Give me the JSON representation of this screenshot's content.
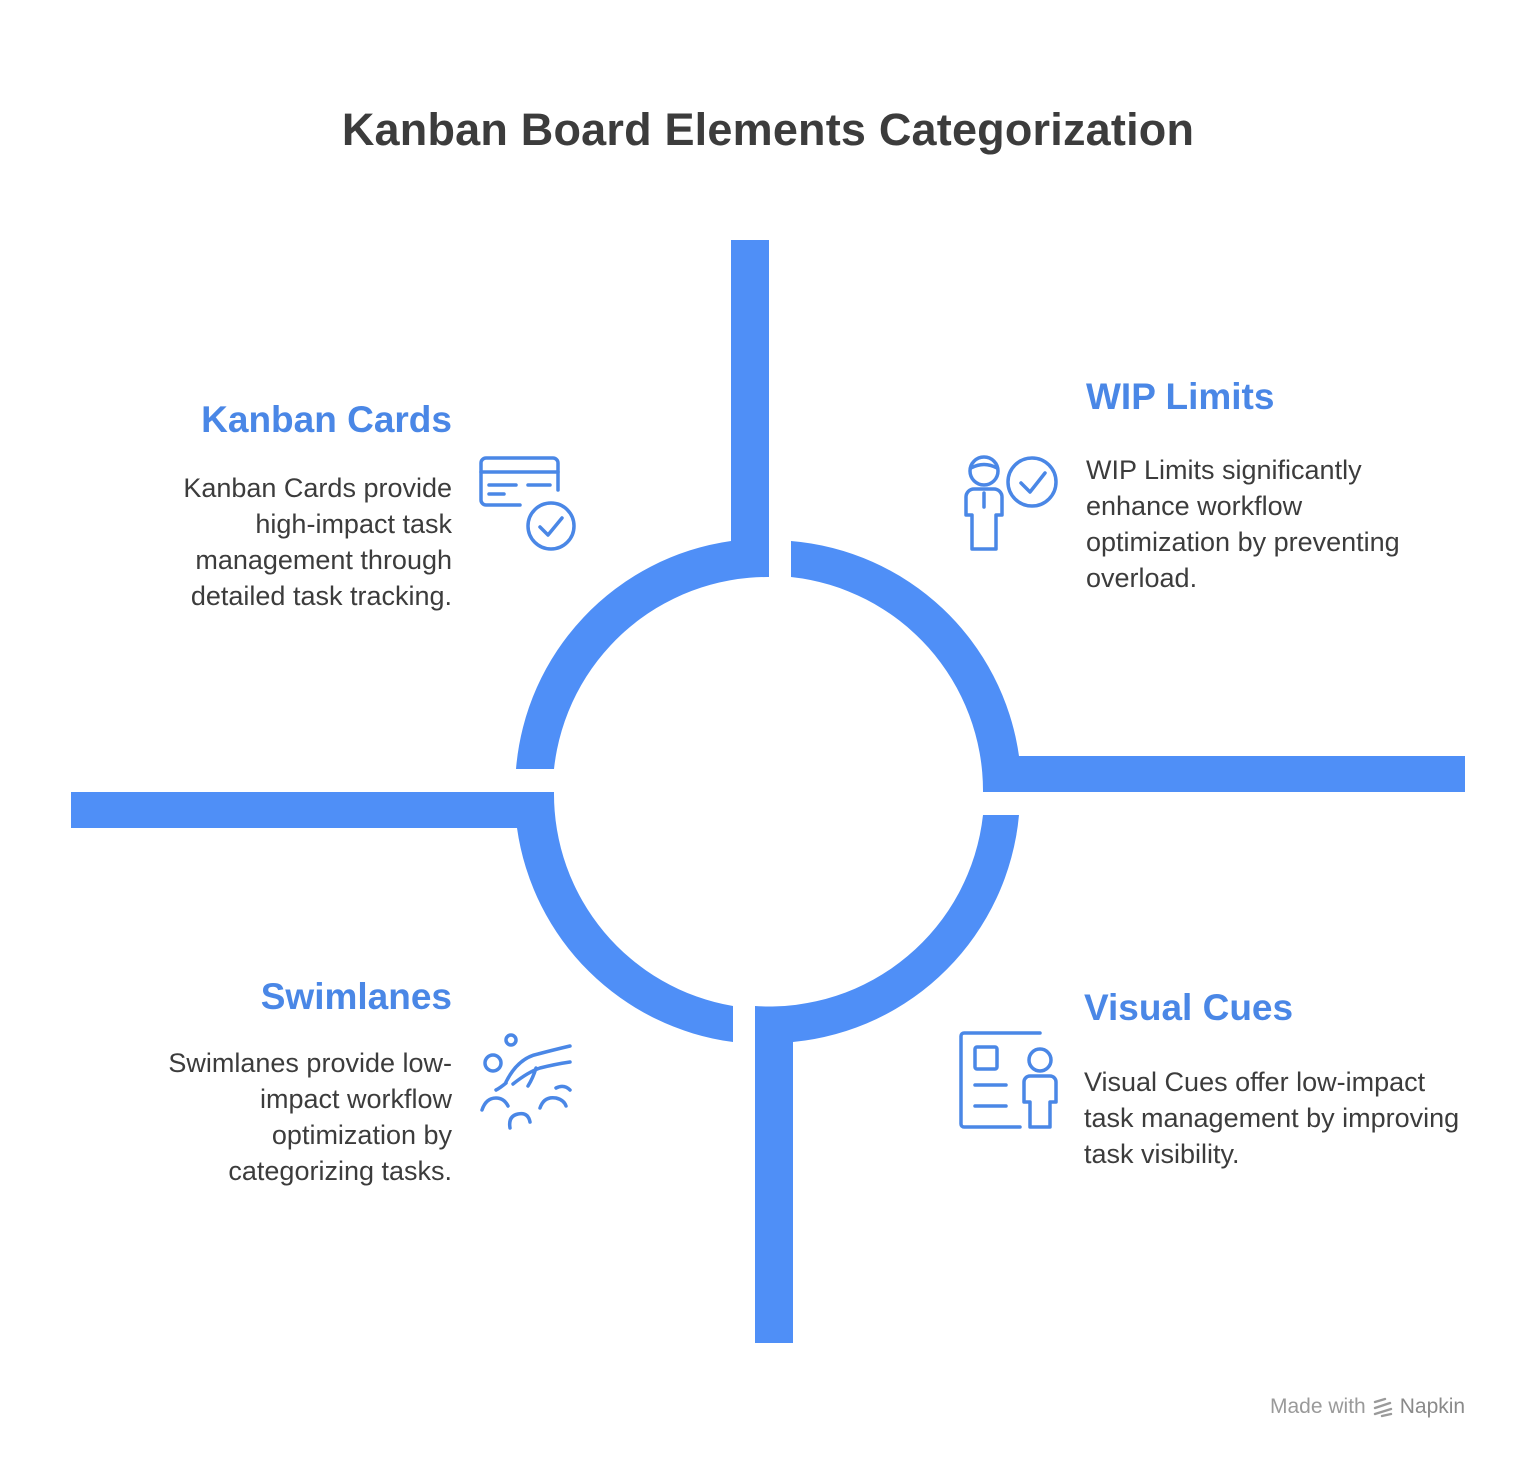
{
  "title": "Kanban Board Elements Categorization",
  "colors": {
    "accent": "#4f8ff7",
    "heading": "#4a87e6",
    "text": "#3c3c3c",
    "footer": "#9a9a9a"
  },
  "quadrants": {
    "top_left": {
      "heading": "Kanban Cards",
      "description": "Kanban Cards provide high-impact task management through detailed task tracking.",
      "icon": "card-check-icon"
    },
    "top_right": {
      "heading": "WIP Limits",
      "description": "WIP Limits significantly enhance workflow optimization by preventing overload.",
      "icon": "person-check-icon"
    },
    "bottom_left": {
      "heading": "Swimlanes",
      "description": "Swimlanes provide low-impact workflow optimization by categorizing tasks.",
      "icon": "swimmer-icon"
    },
    "bottom_right": {
      "heading": "Visual Cues",
      "description": "Visual Cues offer low-impact task management by improving task visibility.",
      "icon": "person-board-icon"
    }
  },
  "footer": {
    "made_with": "Made with",
    "brand": "Napkin"
  }
}
